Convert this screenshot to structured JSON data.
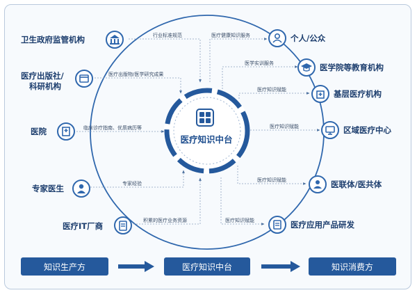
{
  "center": {
    "title": "医疗知识中台"
  },
  "producers": [
    {
      "id": "gov",
      "label": "卫生政府监管机构",
      "icon": "government-building-icon",
      "edge_label": "行业标准规范"
    },
    {
      "id": "publisher",
      "label_line1": "医疗出版社/",
      "label_line2": "科研机构",
      "icon": "publication-icon",
      "edge_label": "医疗出版物/医学研究成果"
    },
    {
      "id": "hospital",
      "label": "医院",
      "icon": "hospital-icon",
      "edge_label": "临床诊疗指南、优质病历等"
    },
    {
      "id": "expert",
      "label": "专家医生",
      "icon": "doctor-icon",
      "edge_label": "专家经验"
    },
    {
      "id": "it",
      "label": "医疗IT厂商",
      "icon": "server-icon",
      "edge_label": "积累的医疗业务资源"
    }
  ],
  "consumers": [
    {
      "id": "personal",
      "label": "个人/公众",
      "icon": "person-icon",
      "edge_label": "医疗健康知识服务"
    },
    {
      "id": "school",
      "label": "医学院等教育机构",
      "icon": "graduation-cap-icon",
      "edge_label": "医学实训服务"
    },
    {
      "id": "primary",
      "label": "基层医疗机构",
      "icon": "clinic-icon",
      "edge_label": "医疗知识赋能"
    },
    {
      "id": "regional",
      "label": "区域医疗中心",
      "icon": "monitor-icon",
      "edge_label": "医疗知识赋能"
    },
    {
      "id": "alliance",
      "label": "医联体/医共体",
      "icon": "medical-group-icon",
      "edge_label": "医疗知识赋能"
    },
    {
      "id": "rnd",
      "label": "医疗应用产品研发",
      "icon": "document-app-icon",
      "edge_label": "医疗知识赋能"
    }
  ],
  "stages": [
    {
      "label": "知识生产方"
    },
    {
      "label": "医疗知识中台"
    },
    {
      "label": "知识消费方"
    }
  ],
  "colors": {
    "primary": "#25599c",
    "ring": "#2f67ad",
    "label": "#1d3e6e",
    "dashed": "#8aa0bd"
  }
}
